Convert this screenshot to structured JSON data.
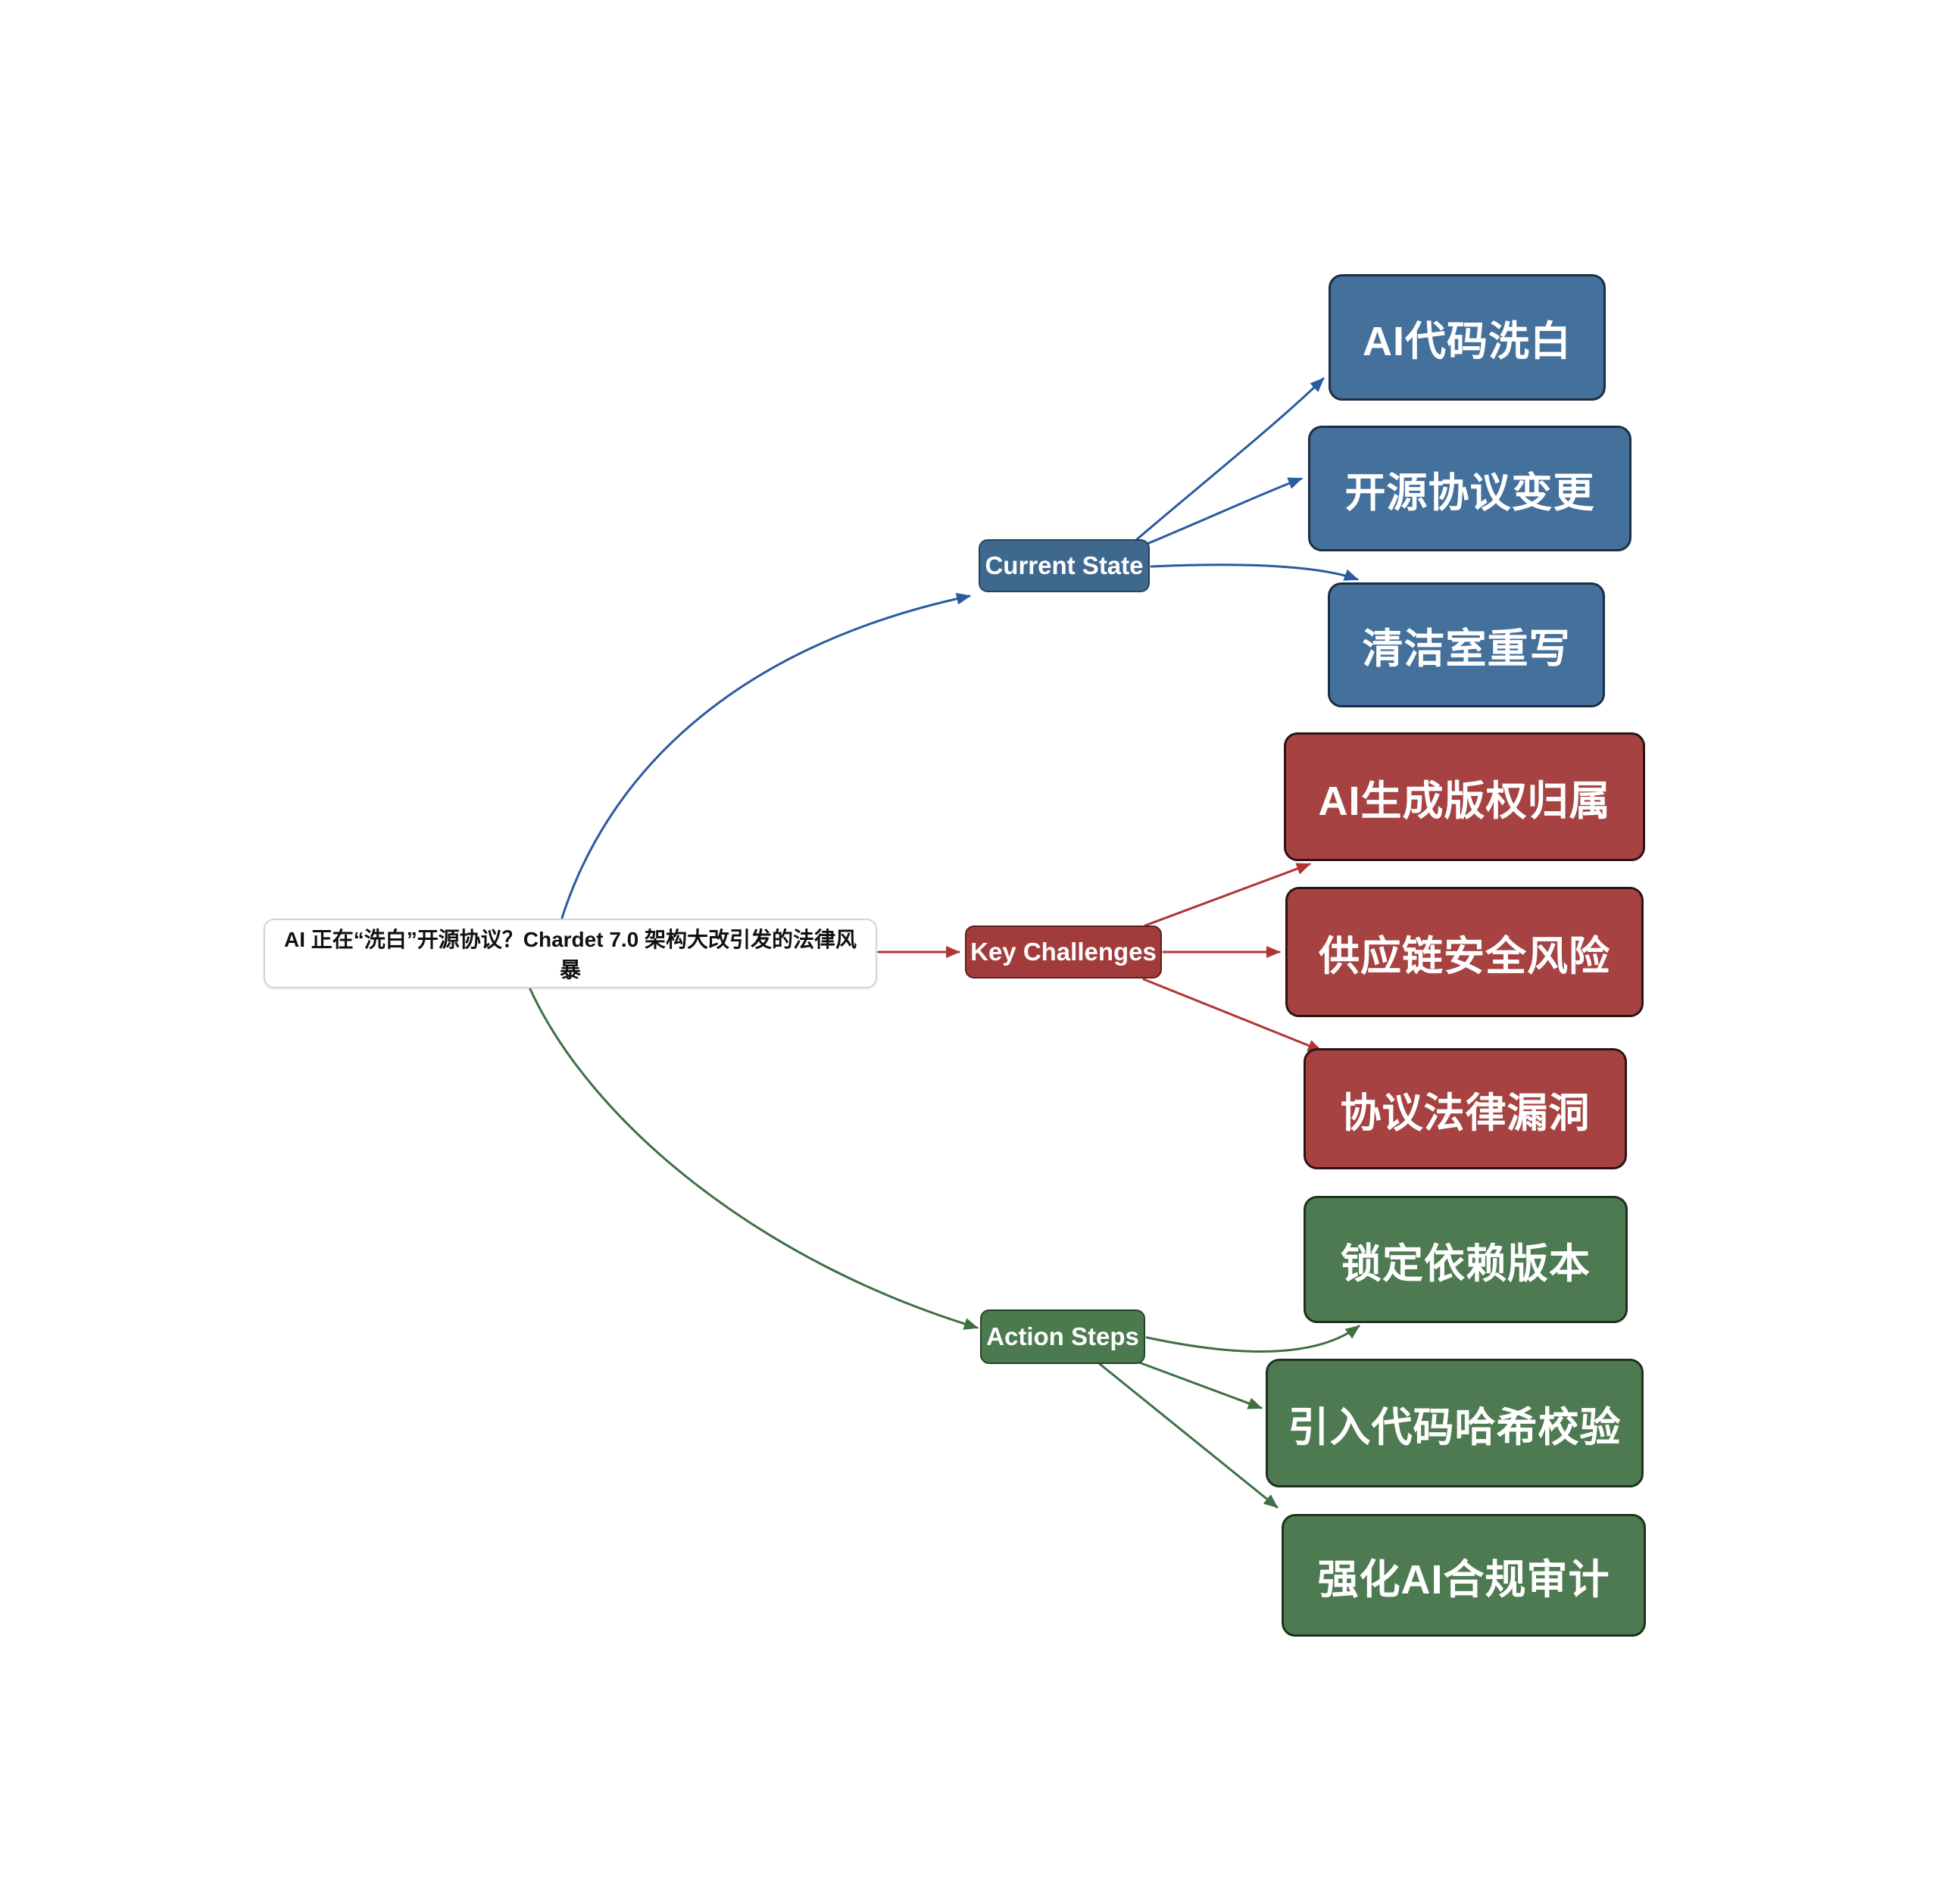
{
  "diagram_title": "AI 正在“洗白”开源协议？Chardet 7.0 架构大改引发的法律风暴",
  "root": {
    "label": "AI 正在“洗白”开源协议？Chardet 7.0 架构大改引发的法律风暴"
  },
  "branches": [
    {
      "id": "current-state",
      "label": "Current State",
      "color": "#44709c",
      "line_color": "#2c5aa0",
      "children": [
        {
          "label": "AI代码洗白"
        },
        {
          "label": "开源协议变更"
        },
        {
          "label": "清洁室重写"
        }
      ]
    },
    {
      "id": "key-challenges",
      "label": "Key Challenges",
      "color": "#a64342",
      "line_color": "#b23535",
      "children": [
        {
          "label": "AI生成版权归属"
        },
        {
          "label": "供应链安全风险"
        },
        {
          "label": "协议法律漏洞"
        }
      ]
    },
    {
      "id": "action-steps",
      "label": "Action Steps",
      "color": "#4d7a51",
      "line_color": "#3e7044",
      "children": [
        {
          "label": "锁定依赖版本"
        },
        {
          "label": "引入代码哈希校验"
        },
        {
          "label": "强化AI合规审计"
        }
      ]
    }
  ],
  "palette": {
    "background": "#ffffff",
    "root_fill": "#ffffff",
    "root_border": "#d2d5d8",
    "root_text": "#111111",
    "blue_fill": "#44709c",
    "blue_border": "#1d2e42",
    "blue_line": "#2c5aa0",
    "red_fill": "#a64342",
    "red_border": "#2b1413",
    "red_line": "#b23535",
    "green_fill": "#4d7a51",
    "green_border": "#1f3020",
    "green_line": "#3e7044",
    "node_text": "#ffffff"
  }
}
